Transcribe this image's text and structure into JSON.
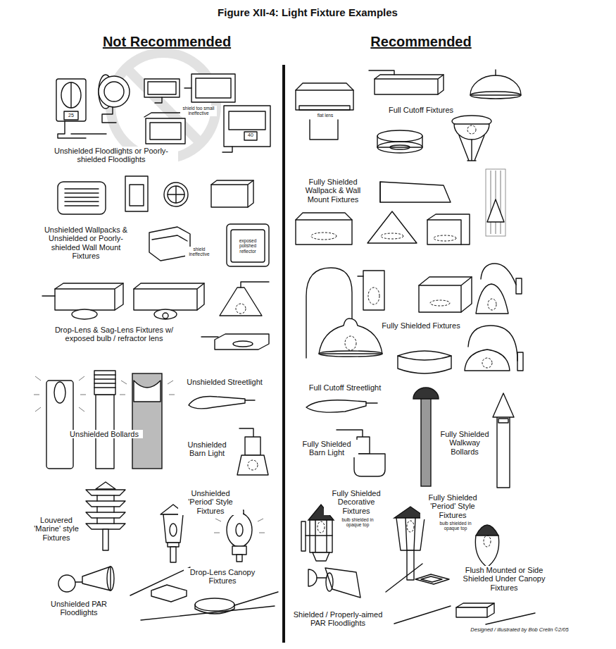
{
  "diagram": {
    "title": "Figure XII-4: Light Fixture Examples",
    "labels": [
      "Not Recommended",
      "Recommended",
      "25",
      "shield too small ineffective",
      "40",
      "Unshielded Floodlights or Poorly-shielded Floodlights",
      "Unshielded Wallpacks & Unshielded or Poorly-shielded Wall Mount Fixtures",
      "shield ineffective",
      "exposed polished reflector",
      "Drop-Lens & Sag-Lens Fixtures w/ exposed bulb / refractor lens",
      "Unshielded Streetlight",
      "Unshielded Bollards",
      "Unshielded Barn Light",
      "Louvered 'Marine' style Fixtures",
      "Unshielded 'Period' Style Fixtures",
      "Drop-Lens Canopy Fixtures",
      "Unshielded PAR Floodlights",
      "flat lens",
      "Full Cutoff Fixtures",
      "Fully Shielded Wallpack & Wall Mount Fixtures",
      "Fully Shielded Fixtures",
      "Full Cutoff Streetlight",
      "Fully Shielded Barn Light",
      "Fully Shielded Walkway Bollards",
      "Fully Shielded Decorative Fixtures",
      "bulb shielded in opaque top",
      "Fully Shielded 'Period' Style Fixtures",
      "bulb shielded in opaque top",
      "Flush Mounted or Side Shielded Under Canopy Fixtures",
      "Shielded / Properly-aimed PAR Floodlights",
      "Designed / illustrated by Bob Crelin ©2/05"
    ]
  }
}
